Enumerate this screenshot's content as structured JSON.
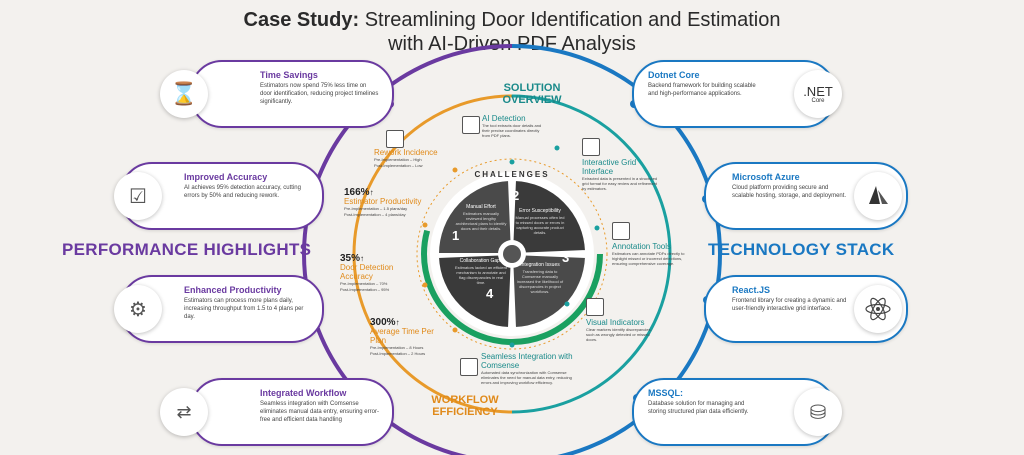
{
  "title": {
    "bold": "Case Study:",
    "line1_rest": "Streamlining Door Identification and Estimation",
    "line2": "with AI-Driven PDF Analysis"
  },
  "performance": {
    "heading": "PERFORMANCE HIGHLIGHTS",
    "color": "#6a3aa0",
    "cards": [
      {
        "title": "Time Savings",
        "text": "Estimators now spend 75% less time on door identification, reducing project timelines significantly.",
        "icon": "hourglass-icon"
      },
      {
        "title": "Improved Accuracy",
        "text": "AI achieves 95% detection accuracy, cutting errors by 50% and reducing rework.",
        "icon": "checkmark-screen-icon"
      },
      {
        "title": "Enhanced Productivity",
        "text": "Estimators can process more plans daily, increasing throughput from 1.5 to 4 plans per day.",
        "icon": "gear-growth-icon"
      },
      {
        "title": "Integrated Workflow",
        "text": "Seamless integration with Comsense eliminates manual data entry, ensuring error-free and efficient data handling",
        "icon": "workflow-icon"
      }
    ]
  },
  "technology": {
    "heading": "TECHNOLOGY STACK",
    "color": "#1a78c2",
    "cards": [
      {
        "title": "Dotnet Core",
        "text": "Backend framework for building scalable and high-performance applications.",
        "icon": "dotnet-icon",
        "icon_label": ".NET",
        "icon_sub": "Core"
      },
      {
        "title": "Microsoft Azure",
        "text": "Cloud platform providing secure and scalable hosting, storage, and deployment.",
        "icon": "azure-icon"
      },
      {
        "title": "React.JS",
        "text": "Frontend library for creating a dynamic and user-friendly interactive grid interface.",
        "icon": "react-icon"
      },
      {
        "title": "MSSQL:",
        "text": "Database solution for managing and storing structured plan data efficiently.",
        "icon": "database-icon"
      }
    ]
  },
  "solution": {
    "heading_1": "SOLUTION",
    "heading_2": "OVERVIEW",
    "color": "#1a8a8a",
    "items": [
      {
        "title": "AI Detection",
        "text": "The tool extracts door details and their precise coordinates directly from PDF plans."
      },
      {
        "title": "Interactive Grid Interface",
        "text": "Extracted data is presented in a structured grid format for easy review and refinement by estimators."
      },
      {
        "title": "Annotation Tools",
        "text": "Estimators can annotate PDFs directly to highlight missed or incorrect detections, ensuring comprehensive coverage."
      },
      {
        "title": "Visual Indicators",
        "text": "Clear markers identify discrepancies, such as wrongly detected or missed doors."
      },
      {
        "title": "Seamless Integration with Comsense",
        "text": "Automated data synchronization with Comsense eliminates the need for manual data entry, reducing errors and improving workflow efficiency."
      }
    ]
  },
  "workflow": {
    "heading_1": "WORKFLOW",
    "heading_2": "EFFICIENCY",
    "color": "#e08a1a",
    "items": [
      {
        "num": "",
        "title": "Rework Incidence",
        "text": "Pre-Implementation – High\nPost-Implementation – Low"
      },
      {
        "num": "166%",
        "title": "Estimator Productivity",
        "text": "Pre-Implementation – 1.5 plans/day\nPost-Implementation – 4 plans/day"
      },
      {
        "num": "35%",
        "title": "Door Detection Accuracy",
        "text": "Pre-Implementation – 70%\nPost-Implementation – 95%"
      },
      {
        "num": "300%",
        "title": "Average Time Per Plan",
        "text": "Pre-Implementation – 8 Hours\nPost-Implementation – 2 Hours"
      }
    ]
  },
  "challenges": {
    "heading": "CHALLENGES",
    "segments": [
      {
        "num": "1",
        "title": "Manual Effort",
        "text": "Estimators manually reviewed lengthy architectural plans to identify doors and their details."
      },
      {
        "num": "2",
        "title": "Error Susceptibility",
        "text": "Manual processes often led to missed doors or errors in capturing accurate product details."
      },
      {
        "num": "3",
        "title": "Integration Issues",
        "text": "Transferring data to Comsense manually increased the likelihood of discrepancies in project workflows."
      },
      {
        "num": "4",
        "title": "Collaboration Gaps",
        "text": "Estimators lacked an efficient mechanism to annotate and flag discrepancies in real time."
      }
    ]
  }
}
